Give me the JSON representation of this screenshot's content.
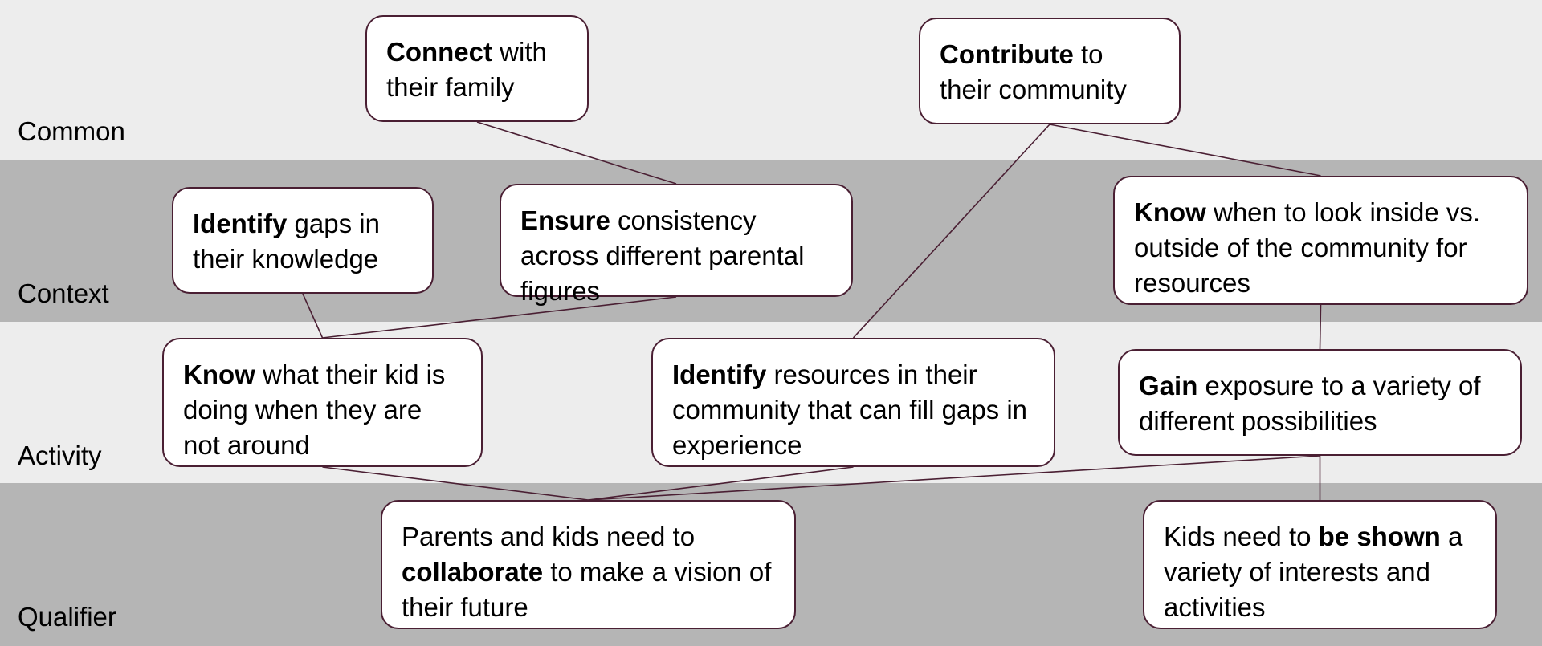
{
  "bands": [
    {
      "id": "common",
      "label": "Common"
    },
    {
      "id": "context",
      "label": "Context"
    },
    {
      "id": "activity",
      "label": "Activity"
    },
    {
      "id": "qualifier",
      "label": "Qualifier"
    }
  ],
  "nodes": {
    "connect-family": [
      {
        "b": true,
        "t": "Connect"
      },
      {
        "t": " with their family"
      }
    ],
    "contribute-community": [
      {
        "b": true,
        "t": "Contribute"
      },
      {
        "t": " to their community"
      }
    ],
    "identify-gaps": [
      {
        "b": true,
        "t": "Identify"
      },
      {
        "t": " gaps in their knowledge"
      }
    ],
    "ensure-consistency": [
      {
        "b": true,
        "t": "Ensure"
      },
      {
        "t": " consistency across different parental figures"
      }
    ],
    "know-inside-outside": [
      {
        "b": true,
        "t": "Know"
      },
      {
        "t": " when to look inside vs. outside of the community for resources"
      }
    ],
    "know-kid": [
      {
        "b": true,
        "t": "Know"
      },
      {
        "t": " what their kid is doing when they are not around"
      }
    ],
    "identify-resources": [
      {
        "b": true,
        "t": "Identify"
      },
      {
        "t": " resources in their community that can fill gaps in experience"
      }
    ],
    "gain-exposure": [
      {
        "b": true,
        "t": "Gain"
      },
      {
        "t": " exposure to a variety of different possibilities"
      }
    ],
    "collaborate": [
      {
        "t": "Parents and kids need to "
      },
      {
        "b": true,
        "t": "collaborate"
      },
      {
        "t": " to make a vision of their future"
      }
    ],
    "be-shown": [
      {
        "t": "Kids need to "
      },
      {
        "b": true,
        "t": "be shown"
      },
      {
        "t": " a variety of interests and activities"
      }
    ]
  },
  "links": [
    [
      "connect-family",
      "ensure-consistency"
    ],
    [
      "contribute-community",
      "know-inside-outside"
    ],
    [
      "contribute-community",
      "identify-resources"
    ],
    [
      "identify-gaps",
      "know-kid"
    ],
    [
      "ensure-consistency",
      "know-kid"
    ],
    [
      "know-inside-outside",
      "gain-exposure"
    ],
    [
      "know-kid",
      "collaborate"
    ],
    [
      "identify-resources",
      "collaborate"
    ],
    [
      "gain-exposure",
      "collaborate"
    ],
    [
      "gain-exposure",
      "be-shown"
    ]
  ],
  "colors": {
    "link": "#4a1f33",
    "box_border": "#4a1f33",
    "band_light": "#ededed",
    "band_dark": "#b5b5b5"
  }
}
